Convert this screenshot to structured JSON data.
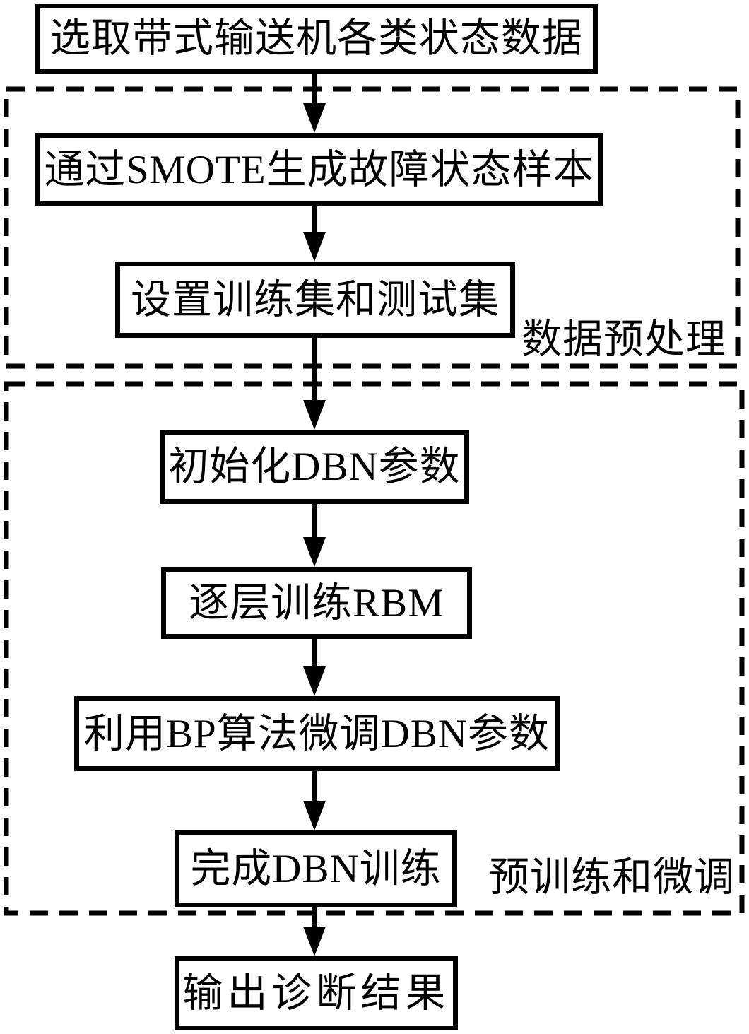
{
  "flowchart": {
    "title_hint": "DBN fault diagnosis training flowchart",
    "colors": {
      "ink": "#000000",
      "background": "#ffffff"
    },
    "nodes": [
      {
        "id": "select-data",
        "label": "选取带式输送机各类状态数据"
      },
      {
        "id": "smote-samples",
        "label": "通过SMOTE生成故障状态样本"
      },
      {
        "id": "split-sets",
        "label": "设置训练集和测试集"
      },
      {
        "id": "init-dbn",
        "label": "初始化DBN参数"
      },
      {
        "id": "train-rbm",
        "label": "逐层训练RBM"
      },
      {
        "id": "bp-finetune",
        "label": "利用BP算法微调DBN参数"
      },
      {
        "id": "dbn-done",
        "label": "完成DBN训练"
      },
      {
        "id": "output-result",
        "label": "输出诊断结果"
      }
    ],
    "groups": [
      {
        "id": "preprocessing",
        "label": "数据预处理",
        "contains": [
          "smote-samples",
          "split-sets"
        ]
      },
      {
        "id": "pretrain-finetune",
        "label": "预训练和微调",
        "contains": [
          "init-dbn",
          "train-rbm",
          "bp-finetune",
          "dbn-done"
        ]
      }
    ],
    "edges": [
      {
        "from": "select-data",
        "to": "smote-samples"
      },
      {
        "from": "smote-samples",
        "to": "split-sets"
      },
      {
        "from": "split-sets",
        "to": "init-dbn"
      },
      {
        "from": "init-dbn",
        "to": "train-rbm"
      },
      {
        "from": "train-rbm",
        "to": "bp-finetune"
      },
      {
        "from": "bp-finetune",
        "to": "dbn-done"
      },
      {
        "from": "dbn-done",
        "to": "output-result"
      }
    ]
  }
}
